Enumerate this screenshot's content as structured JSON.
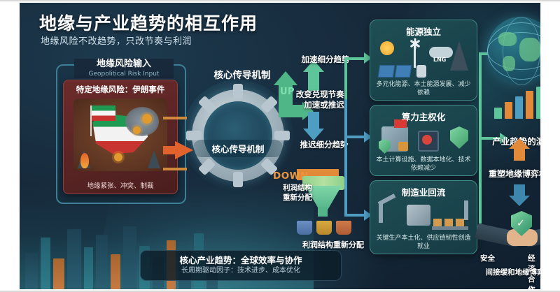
{
  "header": {
    "title": "地缘与产业趋势的相互作用",
    "subtitle": "地缘风险不改趋势，只改节奏与利润"
  },
  "input_section": {
    "label_cn": "地缘风险输入",
    "label_en": "Geopolitical Risk Input",
    "card": {
      "title": "特定地缘风险：伊朗事件",
      "caption": "地缘紧张、冲突、制裁"
    }
  },
  "mechanism": {
    "title": "核心传导机制",
    "gear_label": "核心传导机制",
    "up_label": "UP",
    "down_label": "DOWN"
  },
  "middle": {
    "accelerate": "加速细分趋势",
    "pace_change_line1": "改变兑现节奏：",
    "pace_change_line2": "加速或推迟",
    "delay": "推迟细分趋势",
    "profit_label_line1": "利润结构",
    "profit_label_line2": "重新分配",
    "profit_caption": "利润结构重新分配"
  },
  "cards": [
    {
      "title": "能源独立",
      "desc": "多元化能源、本土能源发展、减少依赖",
      "lng_label": "LNG"
    },
    {
      "title": "算力主权化",
      "desc": "本土计算设施、数据本地化、技术依赖减少"
    },
    {
      "title": "制造业回流",
      "desc": "关键生产本土化、供应链韧性创造就业"
    }
  ],
  "outcome": {
    "trend_evolution": "产业趋势的演进",
    "reshape": "重塑地缘博弈格局",
    "security": "安全",
    "cooperation": "经济合作",
    "ease": "间接缓和地缘博弈格局"
  },
  "banner": {
    "line1": "核心产业趋势：全球效率与协作",
    "line2": "长周期驱动因子：技术进步、成本优化"
  },
  "colors": {
    "background": "#16293a",
    "accent_green": "#5ec49a",
    "accent_blue": "#4e9ec4",
    "accent_orange": "#e08a3a",
    "risk_red": "#6d2b2b",
    "card_teal": "#1f4f55"
  }
}
